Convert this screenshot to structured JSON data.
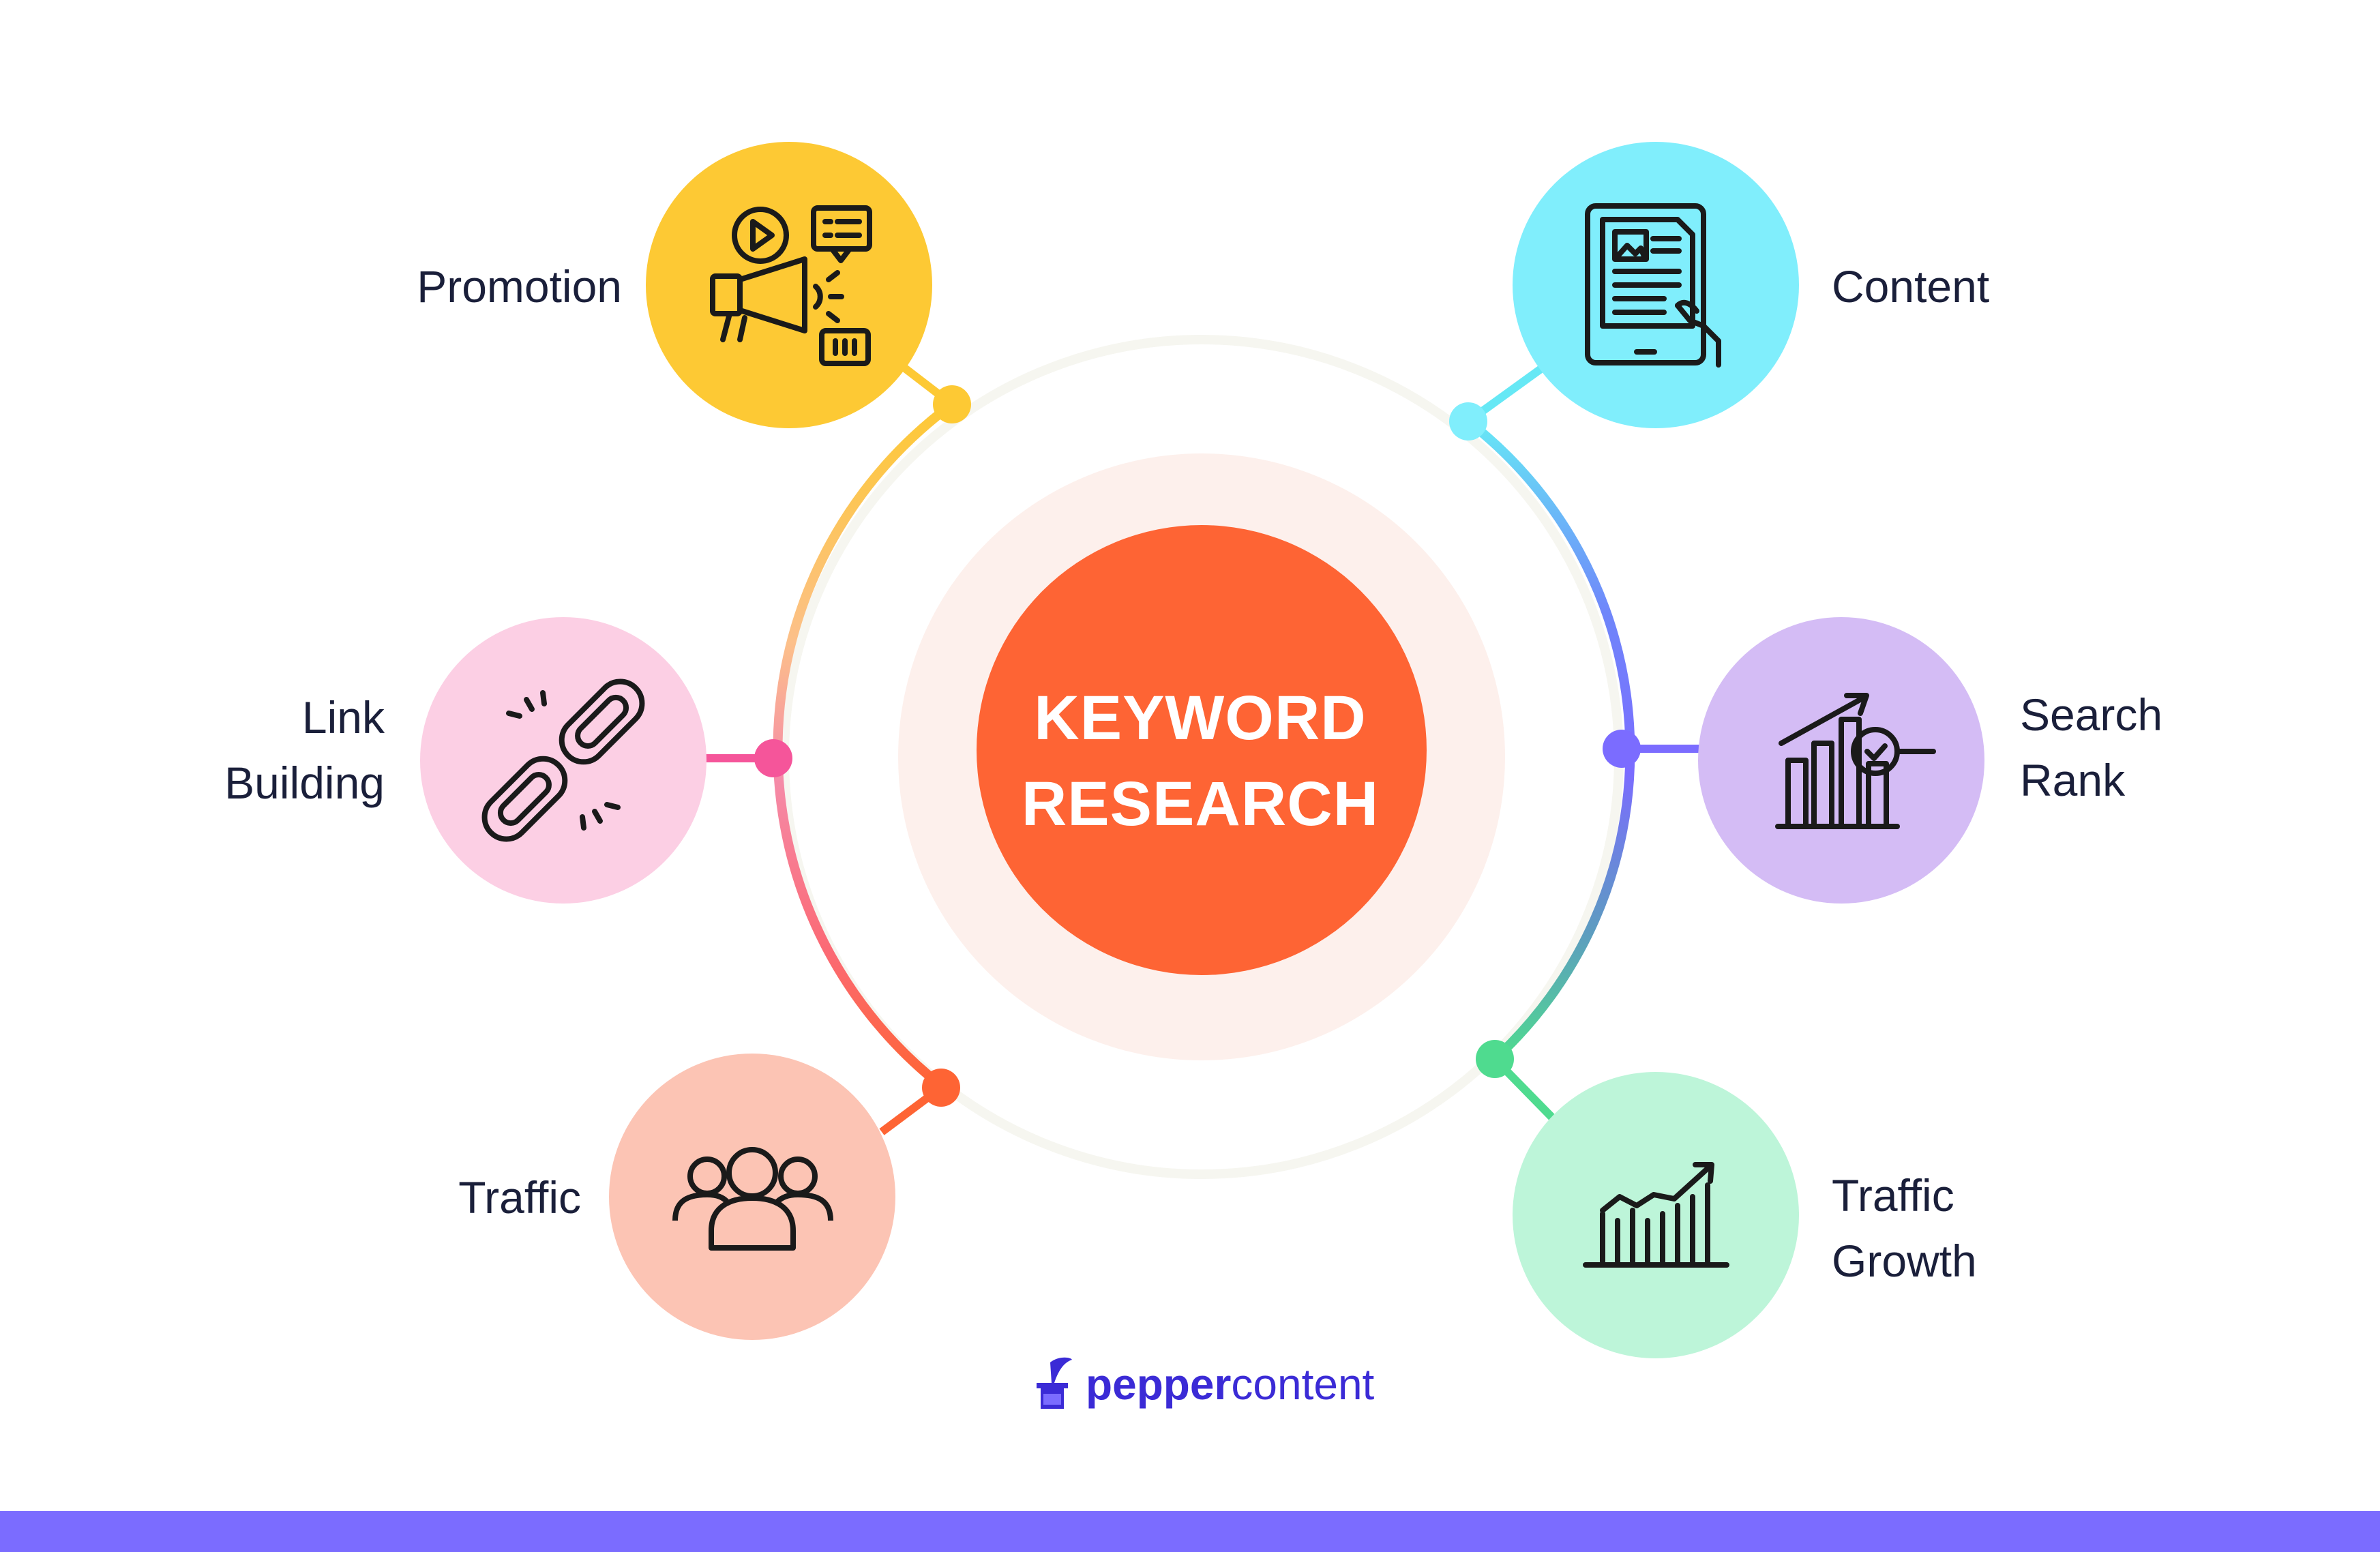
{
  "center": {
    "line1": "KEYWORD",
    "line2": "RESEARCH"
  },
  "nodes": {
    "promotion": {
      "label": "Promotion",
      "icon": "megaphone-icon",
      "color": "#fdc934"
    },
    "content": {
      "label": "Content",
      "icon": "tablet-document-icon",
      "color": "#80eefc"
    },
    "link_building": {
      "line1": "Link",
      "line2": "Building",
      "icon": "chain-link-icon",
      "color": "#fccfe4"
    },
    "search_rank": {
      "line1": "Search",
      "line2": "Rank",
      "icon": "bar-chart-magnifier-icon",
      "color": "#d4bcf5"
    },
    "traffic": {
      "label": "Traffic",
      "icon": "people-group-icon",
      "color": "#fcc4b4"
    },
    "traffic_growth": {
      "line1": "Traffic",
      "line2": "Growth",
      "icon": "growth-chart-icon",
      "color": "#bdf5d9"
    }
  },
  "colors": {
    "center_fill": "#fe6434",
    "center_halo": "#fdf0ec",
    "ring_neutral": "#f6f6f0",
    "ring_gradient": [
      "#fdc934",
      "#fcc08a",
      "#f58ba8",
      "#fb6a75",
      "#fe6434",
      "#66e8f5",
      "#6f86fa",
      "#7b6cff",
      "#5d9cc0",
      "#4fdb8f"
    ],
    "footer_bar": "#7b6cff",
    "brand": "#3b2bd6"
  },
  "brand": {
    "part1": "pepper",
    "part2": "content",
    "icon": "ink-quill-icon"
  }
}
